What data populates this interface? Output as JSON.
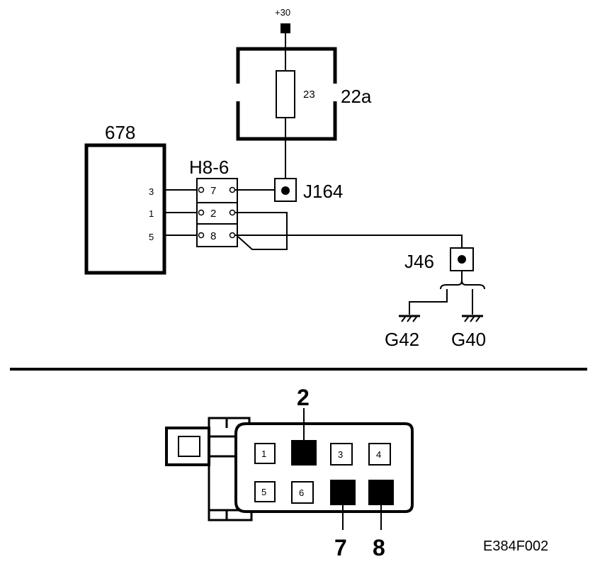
{
  "supply": {
    "label": "+30"
  },
  "fuse_box": {
    "label": "22a",
    "fuse_label": "23"
  },
  "control_unit": {
    "label": "678",
    "pins": [
      "3",
      "1",
      "5"
    ]
  },
  "connector_h8": {
    "label": "H8-6",
    "pins": [
      "7",
      "2",
      "8"
    ]
  },
  "junction_j164": {
    "label": "J164"
  },
  "junction_j46": {
    "label": "J46"
  },
  "grounds": [
    "G42",
    "G40"
  ],
  "connector_view": {
    "cells": [
      "1",
      "2",
      "3",
      "4",
      "5",
      "6",
      "7",
      "8"
    ],
    "filled": [
      "2",
      "7",
      "8"
    ],
    "callouts": [
      "2",
      "7",
      "8"
    ]
  },
  "figure_id": "E384F002"
}
